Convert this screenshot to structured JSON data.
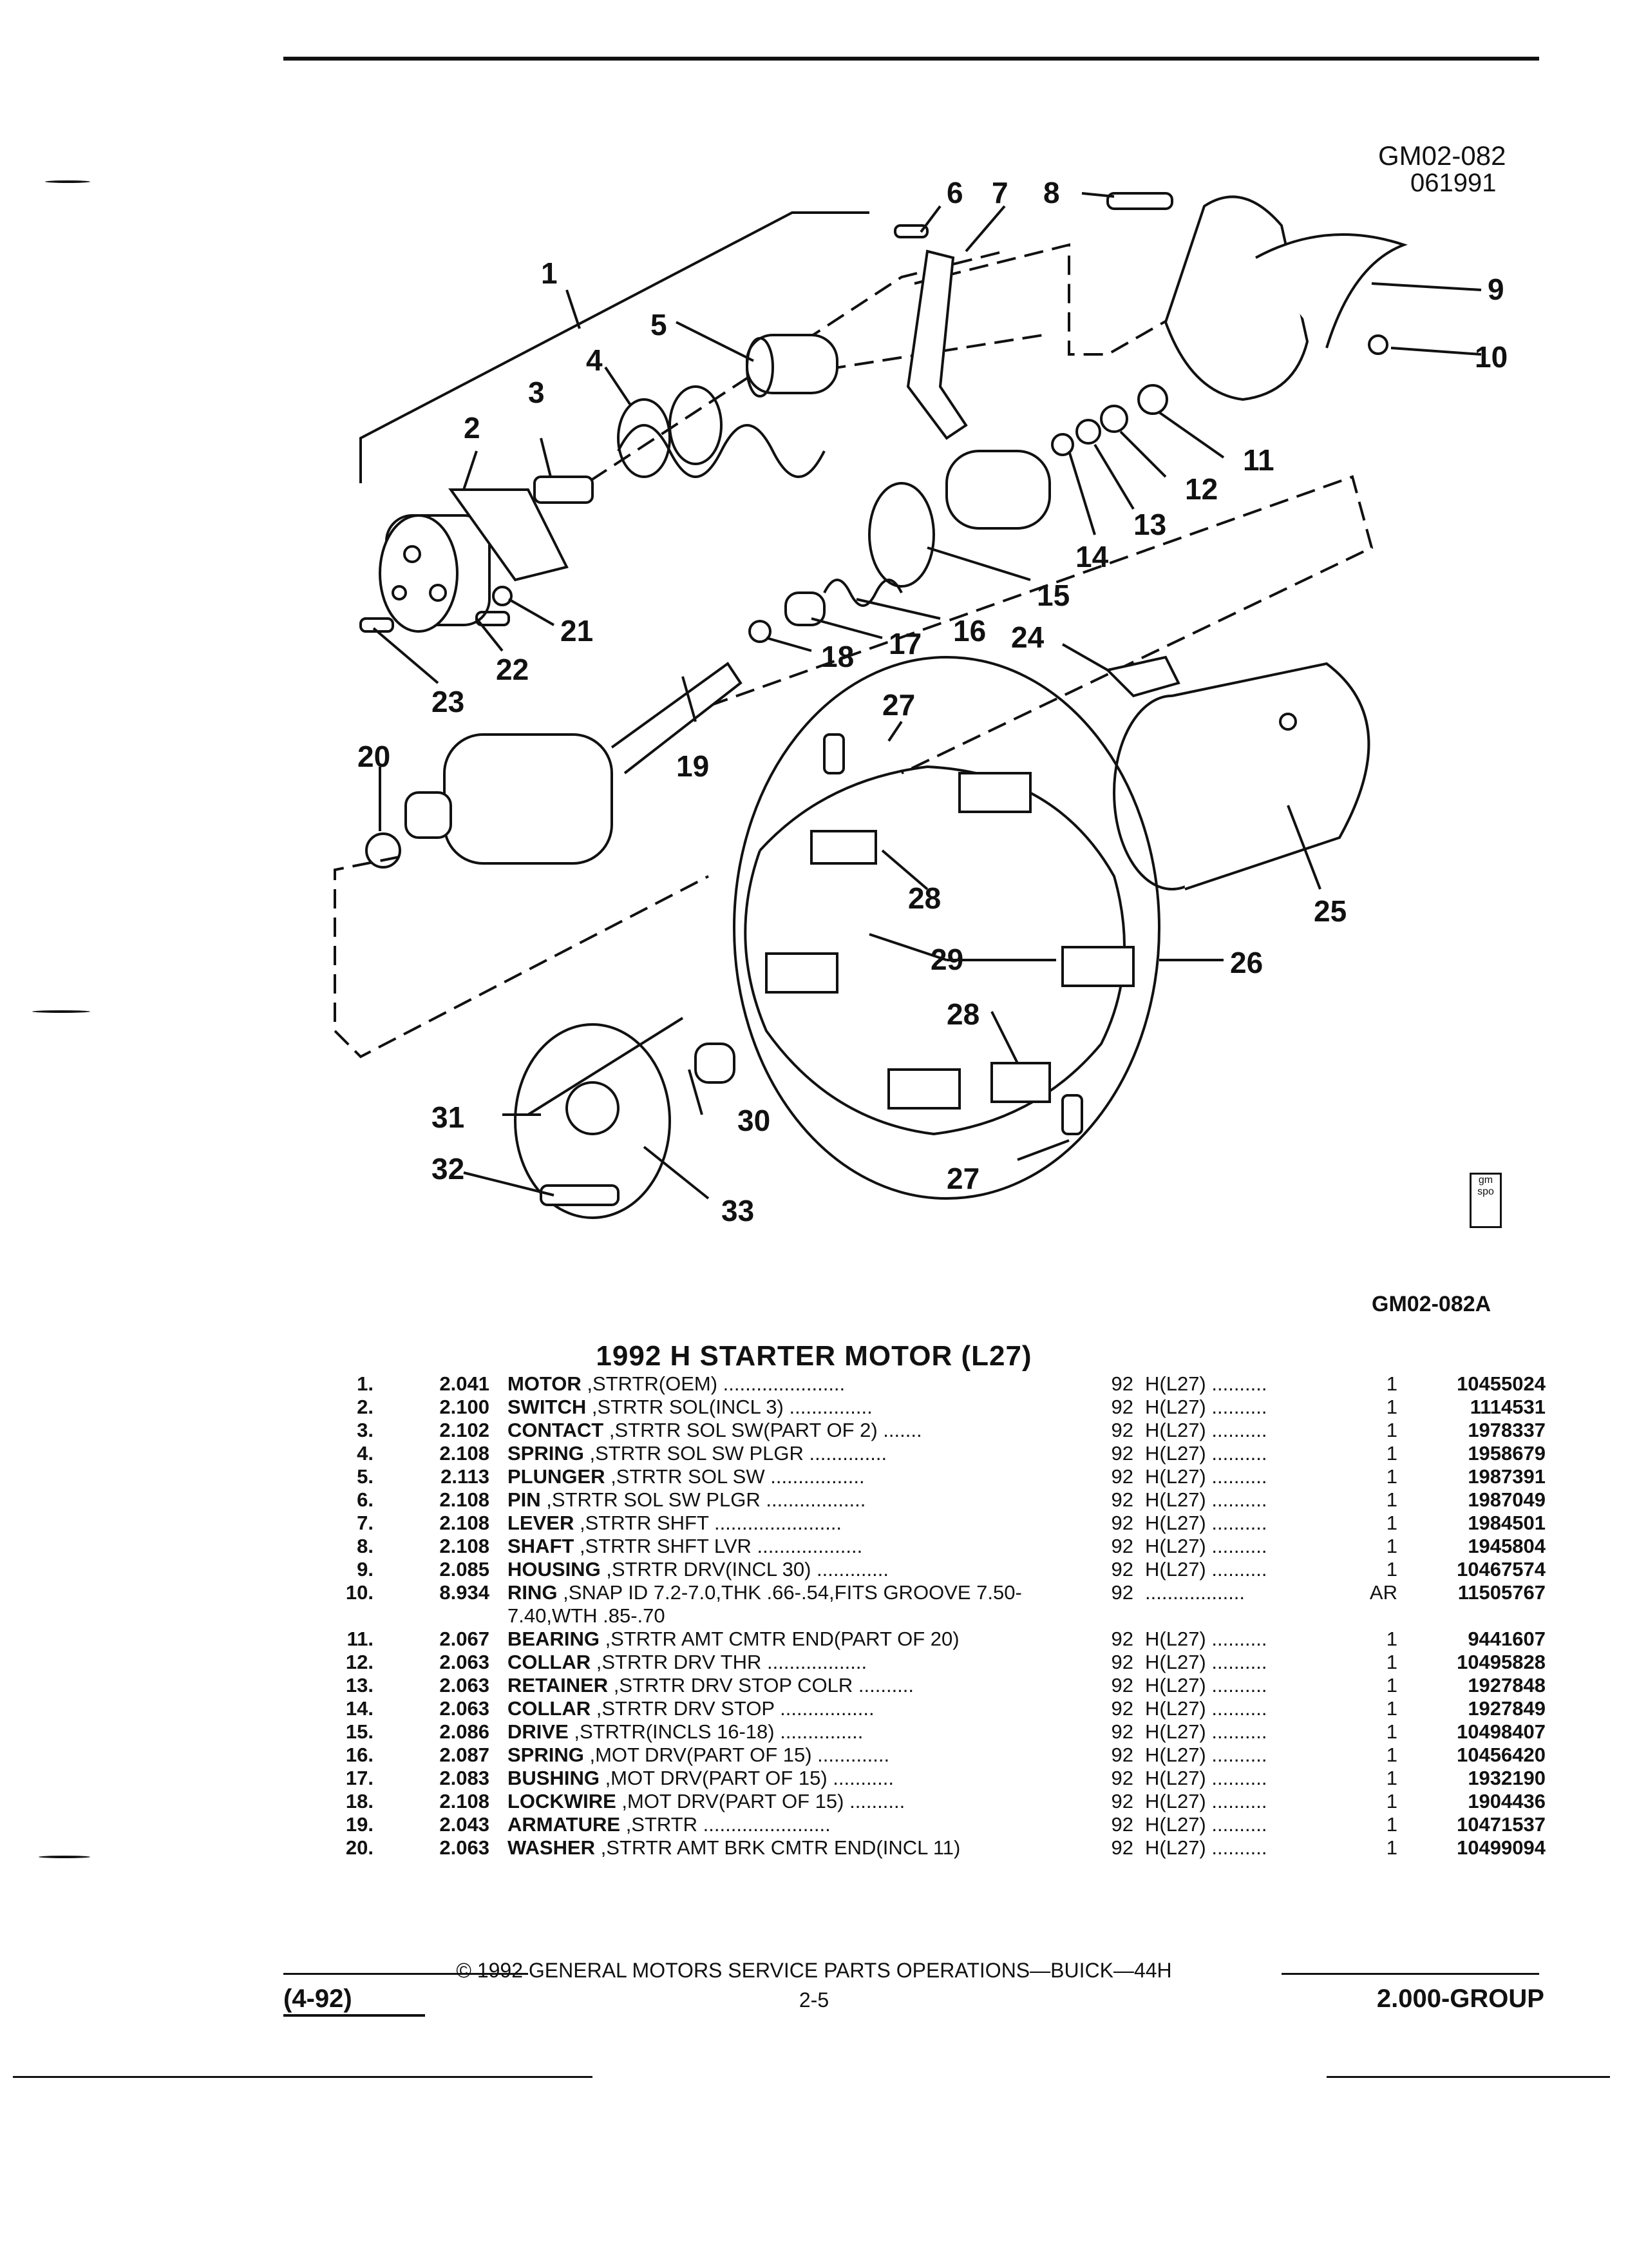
{
  "header": {
    "figure_code": "GM02-082",
    "figure_date": "061991"
  },
  "diagram": {
    "callouts": [
      "1",
      "2",
      "3",
      "4",
      "5",
      "6",
      "7",
      "8",
      "9",
      "10",
      "11",
      "12",
      "13",
      "14",
      "15",
      "16",
      "17",
      "18",
      "19",
      "20",
      "21",
      "22",
      "23",
      "24",
      "25",
      "26",
      "27",
      "28",
      "29",
      "30",
      "31",
      "32",
      "33",
      "27",
      "28"
    ],
    "logo_text": "gm spo",
    "figure_ref": "GM02-082A"
  },
  "section_title": "1992 H STARTER MOTOR (L27)",
  "parts": [
    {
      "num": "1.",
      "sec": "2.041",
      "name": "MOTOR",
      "desc": " ,STRTR(OEM) ......................",
      "yr": "92",
      "app": "H(L27) ..........",
      "qty": "1",
      "pn": "10455024"
    },
    {
      "num": "2.",
      "sec": "2.100",
      "name": "SWITCH",
      "desc": " ,STRTR SOL(INCL 3) ...............",
      "yr": "92",
      "app": "H(L27) ..........",
      "qty": "1",
      "pn": "1114531"
    },
    {
      "num": "3.",
      "sec": "2.102",
      "name": "CONTACT",
      "desc": " ,STRTR SOL SW(PART OF 2) .......",
      "yr": "92",
      "app": "H(L27) ..........",
      "qty": "1",
      "pn": "1978337"
    },
    {
      "num": "4.",
      "sec": "2.108",
      "name": "SPRING",
      "desc": " ,STRTR SOL SW PLGR ..............",
      "yr": "92",
      "app": "H(L27) ..........",
      "qty": "1",
      "pn": "1958679"
    },
    {
      "num": "5.",
      "sec": "2.113",
      "name": "PLUNGER",
      "desc": " ,STRTR SOL SW .................",
      "yr": "92",
      "app": "H(L27) ..........",
      "qty": "1",
      "pn": "1987391"
    },
    {
      "num": "6.",
      "sec": "2.108",
      "name": "PIN",
      "desc": " ,STRTR SOL SW PLGR ..................",
      "yr": "92",
      "app": "H(L27) ..........",
      "qty": "1",
      "pn": "1987049"
    },
    {
      "num": "7.",
      "sec": "2.108",
      "name": "LEVER",
      "desc": " ,STRTR SHFT .......................",
      "yr": "92",
      "app": "H(L27) ..........",
      "qty": "1",
      "pn": "1984501"
    },
    {
      "num": "8.",
      "sec": "2.108",
      "name": "SHAFT",
      "desc": " ,STRTR SHFT LVR ...................",
      "yr": "92",
      "app": "H(L27) ..........",
      "qty": "1",
      "pn": "1945804"
    },
    {
      "num": "9.",
      "sec": "2.085",
      "name": "HOUSING",
      "desc": " ,STRTR DRV(INCL 30) .............",
      "yr": "92",
      "app": "H(L27) ..........",
      "qty": "1",
      "pn": "10467574"
    },
    {
      "num": "10.",
      "sec": "8.934",
      "name": "RING",
      "desc": " ,SNAP ID 7.2-7.0,THK .66-.54,FITS GROOVE 7.50-7.40,WTH .85-.70",
      "yr": "92",
      "app": "..................",
      "qty": "AR",
      "pn": "11505767"
    },
    {
      "num": "11.",
      "sec": "2.067",
      "name": "BEARING",
      "desc": " ,STRTR AMT CMTR END(PART OF 20)",
      "yr": "92",
      "app": "H(L27) ..........",
      "qty": "1",
      "pn": "9441607"
    },
    {
      "num": "12.",
      "sec": "2.063",
      "name": "COLLAR",
      "desc": " ,STRTR DRV THR ..................",
      "yr": "92",
      "app": "H(L27) ..........",
      "qty": "1",
      "pn": "10495828"
    },
    {
      "num": "13.",
      "sec": "2.063",
      "name": "RETAINER",
      "desc": " ,STRTR DRV STOP COLR ..........",
      "yr": "92",
      "app": "H(L27) ..........",
      "qty": "1",
      "pn": "1927848"
    },
    {
      "num": "14.",
      "sec": "2.063",
      "name": "COLLAR",
      "desc": " ,STRTR DRV STOP .................",
      "yr": "92",
      "app": "H(L27) ..........",
      "qty": "1",
      "pn": "1927849"
    },
    {
      "num": "15.",
      "sec": "2.086",
      "name": "DRIVE",
      "desc": " ,STRTR(INCLS 16-18) ...............",
      "yr": "92",
      "app": "H(L27) ..........",
      "qty": "1",
      "pn": "10498407"
    },
    {
      "num": "16.",
      "sec": "2.087",
      "name": "SPRING",
      "desc": " ,MOT DRV(PART OF 15) .............",
      "yr": "92",
      "app": "H(L27) ..........",
      "qty": "1",
      "pn": "10456420"
    },
    {
      "num": "17.",
      "sec": "2.083",
      "name": "BUSHING",
      "desc": " ,MOT DRV(PART OF 15) ...........",
      "yr": "92",
      "app": "H(L27) ..........",
      "qty": "1",
      "pn": "1932190"
    },
    {
      "num": "18.",
      "sec": "2.108",
      "name": "LOCKWIRE",
      "desc": " ,MOT DRV(PART OF 15) ..........",
      "yr": "92",
      "app": "H(L27) ..........",
      "qty": "1",
      "pn": "1904436"
    },
    {
      "num": "19.",
      "sec": "2.043",
      "name": "ARMATURE",
      "desc": " ,STRTR .......................",
      "yr": "92",
      "app": "H(L27) ..........",
      "qty": "1",
      "pn": "10471537"
    },
    {
      "num": "20.",
      "sec": "2.063",
      "name": "WASHER",
      "desc": " ,STRTR AMT BRK CMTR END(INCL 11)",
      "yr": "92",
      "app": "H(L27) ..........",
      "qty": "1",
      "pn": "10499094"
    }
  ],
  "footer": {
    "copyright": "© 1992 GENERAL MOTORS SERVICE PARTS OPERATIONS—BUICK—44H",
    "date_code": "(4-92)",
    "page": "2-5",
    "group": "2.000-GROUP"
  }
}
